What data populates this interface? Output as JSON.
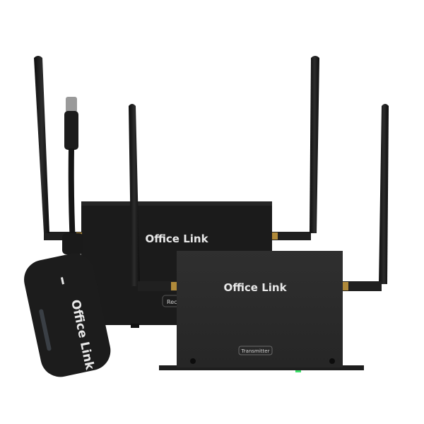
{
  "product": {
    "receiver_brand": "Office Link",
    "receiver_label": "Rece",
    "transmitter_brand": "Office Link",
    "transmitter_label": "Transmitter",
    "dongle_brand": "Office Link"
  },
  "colors": {
    "body_dark": "#1b1b1b",
    "body_front": "#2b2b2b",
    "antenna": "#161616",
    "connector_gold": "#b08a3a",
    "led_green": "#3ee06a"
  }
}
